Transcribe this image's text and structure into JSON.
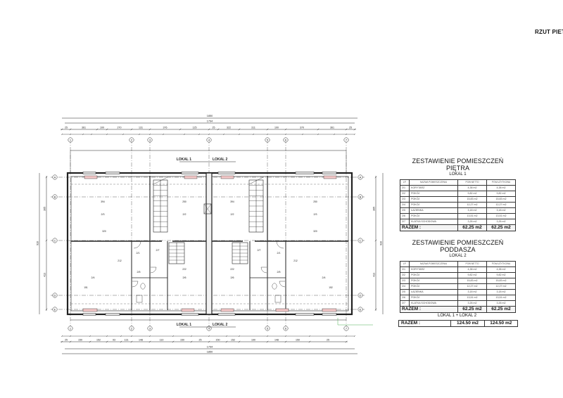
{
  "sheet_title": "RZUT PIET",
  "plan": {
    "lokal_labels_top": [
      "LOKAL 1",
      "LOKAL 2"
    ],
    "lokal_labels_bottom": [
      "LOKAL 1",
      "LOKAL 2"
    ],
    "axis_numbers": [
      "1",
      "2",
      "3",
      "4",
      "5",
      "6",
      "7"
    ],
    "axis_letters": [
      "A",
      "B",
      "C",
      "D",
      "E"
    ],
    "overall_dims": [
      "1850",
      "1794"
    ],
    "top_dims": [
      "25",
      "361",
      "100",
      "270",
      "131",
      "376",
      "125",
      "25",
      "322",
      "311",
      "100",
      "370",
      "361",
      "25"
    ],
    "bottom_dims": [
      "25",
      "150",
      "152",
      "93",
      "131",
      "148",
      "110",
      "150",
      "25",
      "150",
      "152",
      "190",
      "148",
      "150",
      "25"
    ],
    "left_dims": [
      "365",
      "916",
      "413"
    ],
    "right_dims": [
      "365",
      "916",
      "413"
    ],
    "room_labels": [
      "2/3",
      "2/2",
      "2/2",
      "2/3",
      "2/4",
      "2/1",
      "2/1",
      "2/4",
      "2/5",
      "2/5",
      "2/6",
      "2/6",
      "2/7",
      "2/7"
    ],
    "inner_dims": [
      "394",
      "250",
      "394",
      "250",
      "222",
      "222",
      "320",
      "320",
      "212",
      "212",
      "151",
      "152"
    ]
  },
  "schedule_pietra": {
    "title": "ZESTAWIENIE POMIESZCZEŃ",
    "subtitle": "PIĘTRA",
    "unit": "LOKAL 1",
    "headers": [
      "LP.",
      "NAZWA POMIESZCZENIA",
      "POW.NETTO",
      "POW.UŻYTKOWA"
    ],
    "rows": [
      [
        "2/1",
        "KORYTARZ",
        "4,38 m2",
        "4,38 m2"
      ],
      [
        "2/2",
        "POKÓJ",
        "9,82 m2",
        "9,82 m2"
      ],
      [
        "2/3",
        "POKÓJ",
        "15,83 m2",
        "15,83 m2"
      ],
      [
        "2/4",
        "POKÓJ",
        "12,27 m2",
        "12,27 m2"
      ],
      [
        "2/5",
        "ŁAZIENKA",
        "3,18 m2",
        "3,18 m2"
      ],
      [
        "2/6",
        "POKÓJ",
        "13,51 m2",
        "13,51 m2"
      ],
      [
        "2/7",
        "KLATKA SCHODOWA",
        "3,26 m2",
        "3,26 m2"
      ]
    ],
    "total_label": "RAZEM :",
    "total_netto": "62.25 m2",
    "total_uzytkowa": "62.25 m2"
  },
  "schedule_poddasza": {
    "title": "ZESTAWIENIE POMIESZCZEŃ",
    "subtitle": "PODDASZA",
    "unit": "LOKAL 2",
    "headers": [
      "LP.",
      "NAZWA POMIESZCZENIA",
      "POW.NETTO",
      "POW.UŻYTKOWA"
    ],
    "rows": [
      [
        "2/1",
        "KORYTARZ",
        "4,38 m2",
        "4,38 m2"
      ],
      [
        "2/2",
        "POKÓJ",
        "9,82 m2",
        "9,82 m2"
      ],
      [
        "2/3",
        "POKÓJ",
        "15,83 m2",
        "15,83 m2"
      ],
      [
        "2/4",
        "POKÓJ",
        "12,27 m2",
        "12,27 m2"
      ],
      [
        "2/5",
        "ŁAZIENKA",
        "3,18 m2",
        "3,18 m2"
      ],
      [
        "2/6",
        "POKÓJ",
        "13,51 m2",
        "13,51 m2"
      ],
      [
        "2/7",
        "KLATKA SCHODOWA",
        "3,26 m2",
        "3,26 m2"
      ]
    ],
    "total_label": "RAZEM :",
    "total_netto": "62.25 m2",
    "total_uzytkowa": "62.25 m2"
  },
  "grand_total": {
    "caption": "LOKAL 1 + LOKAL 2",
    "label": "RAZEM :",
    "netto": "124.50 m2",
    "uzytkowa": "124.50 m2"
  }
}
